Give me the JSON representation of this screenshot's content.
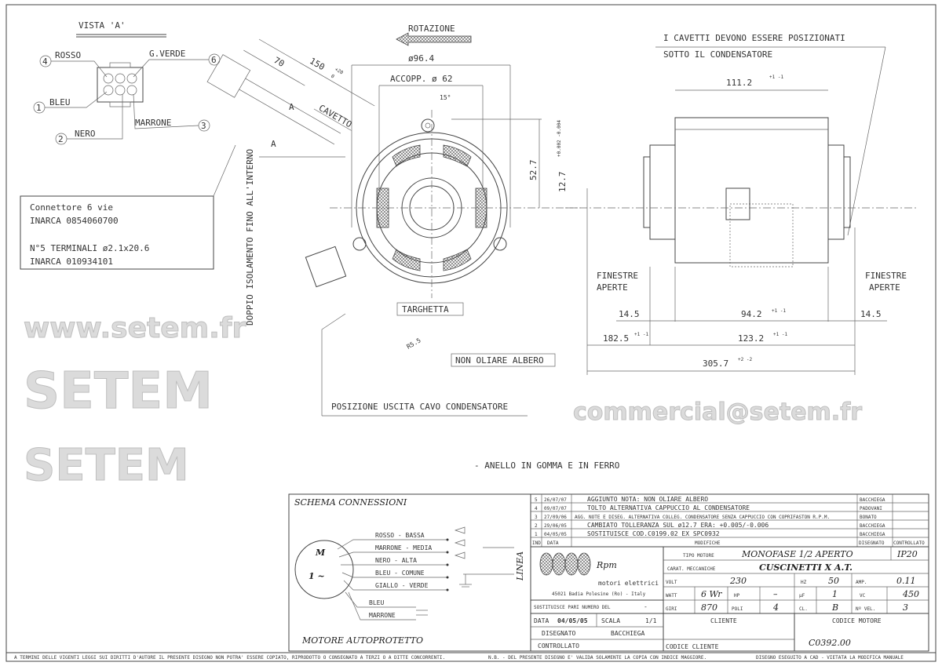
{
  "vista": {
    "title": "VISTA 'A'",
    "pins": [
      {
        "num": "4",
        "color": "ROSSO"
      },
      {
        "num": "6",
        "color": "G.VERDE"
      },
      {
        "num": "1",
        "color": "BLEU"
      },
      {
        "num": "3",
        "color": "MARRONE"
      },
      {
        "num": "2",
        "color": "NERO"
      }
    ]
  },
  "connector_note": {
    "line1": "Connettore 6 vie",
    "line2": "INARCA 0854060700",
    "line3": "N°5 TERMINALI ø2.1x20.6",
    "line4": "INARCA 010934101"
  },
  "front_view": {
    "rotation": "ROTAZIONE",
    "dim_150": "150",
    "dim_150_tol_plus": "+20",
    "dim_150_tol_minus": "0",
    "dim_70": "70",
    "section_a": "A",
    "cavetto": "CAVETTO",
    "dia_96": "ø96.4",
    "accopp": "ACCOPP. ø 62",
    "angle": "15°",
    "dim_52": "52.7",
    "dim_12": "12.7",
    "dim_12_tol": "+0.002 -0.004",
    "insulation": "DOPPIO ISOLAMENTO FINO ALL'INTERNO",
    "targhetta": "TARGHETTA",
    "dim_r": "R5.5",
    "non_oliare": "NON OLIARE ALBERO",
    "posizione": "POSIZIONE USCITA CAVO CONDENSATORE"
  },
  "side_view": {
    "note_line1": "I CAVETTI DEVONO ESSERE POSIZIONATI",
    "note_line2": "SOTTO IL CONDENSATORE",
    "dim_111": "111.2",
    "dim_111_tol": "+1 -1",
    "finestre_left_1": "FINESTRE",
    "finestre_left_2": "APERTE",
    "finestre_right_1": "FINESTRE",
    "finestre_right_2": "APERTE",
    "dim_14_left": "14.5",
    "dim_94": "94.2",
    "dim_94_tol": "+1 -1",
    "dim_14_right": "14.5",
    "dim_182": "182.5",
    "dim_182_tol": "+1 -1",
    "dim_123": "123.2",
    "dim_123_tol": "+1 -1",
    "dim_305": "305.7",
    "dim_305_tol": "+2 -2"
  },
  "anello_note": "- ANELLO IN GOMMA E IN FERRO",
  "schema": {
    "title": "SCHEMA CONNESSIONI",
    "motor_m": "M",
    "motor_phase": "1 ~",
    "wires": [
      "ROSSO - BASSA",
      "MARRONE - MEDIA",
      "NERO - ALTA",
      "BLEU - COMUNE",
      "GIALLO - VERDE"
    ],
    "cap_wires": [
      "BLEU",
      "MARRONE"
    ],
    "linea": "LINEA",
    "footer": "MOTORE AUTOPROTETTO"
  },
  "revisions": {
    "rows": [
      {
        "ind": "5",
        "data": "26/07/07",
        "modifica": "AGGIUNTO NOTA: NON OLIARE ALBERO",
        "disegnato": "BACCHIEGA",
        "controllato": ""
      },
      {
        "ind": "4",
        "data": "09/07/07",
        "modifica": "TOLTO ALTERNATIVA CAPPUCCIO AL CONDENSATORE",
        "disegnato": "PADOVANI",
        "controllato": ""
      },
      {
        "ind": "3",
        "data": "27/09/06",
        "modifica": "AGG. NOTE E DISEG. ALTERNATIVA COLLEG. CONDENSATORE SENZA CAPPUCCIO CON COPRIFASTON R.P.M.",
        "disegnato": "BONATO",
        "controllato": ""
      },
      {
        "ind": "2",
        "data": "29/06/05",
        "modifica": "CAMBIATO TOLLERANZA SUL ø12.7 ERA: +0.005/-0.006",
        "disegnato": "BACCHIEGA",
        "controllato": ""
      },
      {
        "ind": "1",
        "data": "04/05/05",
        "modifica": "SOSTITUISCE COD.C0199.02 EX SPC0932",
        "disegnato": "BACCHIEGA",
        "controllato": ""
      }
    ],
    "headers": {
      "ind": "IND",
      "data": "DATA",
      "modifiche": "MODIFICHE",
      "disegnato": "DISEGNATO",
      "controllato": "CONTROLLATO"
    }
  },
  "company": {
    "logo_text": "Rpm",
    "subtitle": "motori elettrici",
    "address": "45021 Badia Polesine (Ro) - Italy"
  },
  "specs": {
    "tipo_label": "TIPO MOTORE",
    "tipo_value": "MONOFASE 1/2 APERTO",
    "ip": "IP20",
    "carat_label": "CARAT. MECCANICHE",
    "carat_value": "CUSCINETTI X A.T.",
    "volt_label": "VOLT",
    "volt": "230",
    "hz_label": "HZ",
    "hz": "50",
    "amp_label": "AMP.",
    "amp": "0.11",
    "watt_label": "WATT",
    "watt": "6 Wr",
    "hp_label": "HP",
    "hp": "–",
    "uf_label": "µF",
    "uf": "1",
    "vc_label": "VC",
    "vc": "450",
    "giri_label": "GIRI",
    "giri": "870",
    "poli_label": "POLI",
    "poli": "4",
    "cl_label": "CL.",
    "cl": "B",
    "vel_label": "Nº VEL.",
    "vel": "3"
  },
  "titleblock": {
    "sostituisce_label": "SOSTITUISCE PARI NUMERO DEL",
    "sostituisce_value": "-",
    "data_label": "DATA",
    "data": "04/05/05",
    "scala_label": "SCALA",
    "scala": "1/1",
    "disegnato_label": "DISEGNATO",
    "disegnato": "BACCHIEGA",
    "controllato_label": "CONTROLLATO",
    "cliente_label": "CLIENTE",
    "codice_cliente_label": "CODICE CLIENTE",
    "codice_motore_label": "CODICE MOTORE",
    "codice_motore": "C0392.00"
  },
  "footer": {
    "copyright": "A TERMINI DELLE VIGENTI LEGGI SUI DIRITTI D'AUTORE IL PRESENTE DISEGNO NON POTRA' ESSERE COPIATO, RIPRODOTTO O CONSEGNATO A TERZI O A DITTE CONCORRENTI.",
    "nb": "N.B. - DEL PRESENTE DISEGNO E' VALIDA SOLAMENTE LA COPIA CON INDICE MAGGIORE.",
    "cad": "DISEGNO ESEGUITO A CAD - VIETATA LA MODIFICA MANUALE"
  },
  "watermark": {
    "line1": "www.setem.fr",
    "line2": "SETEM",
    "line3": "SETEM",
    "line4": "commercial@setem.fr"
  }
}
